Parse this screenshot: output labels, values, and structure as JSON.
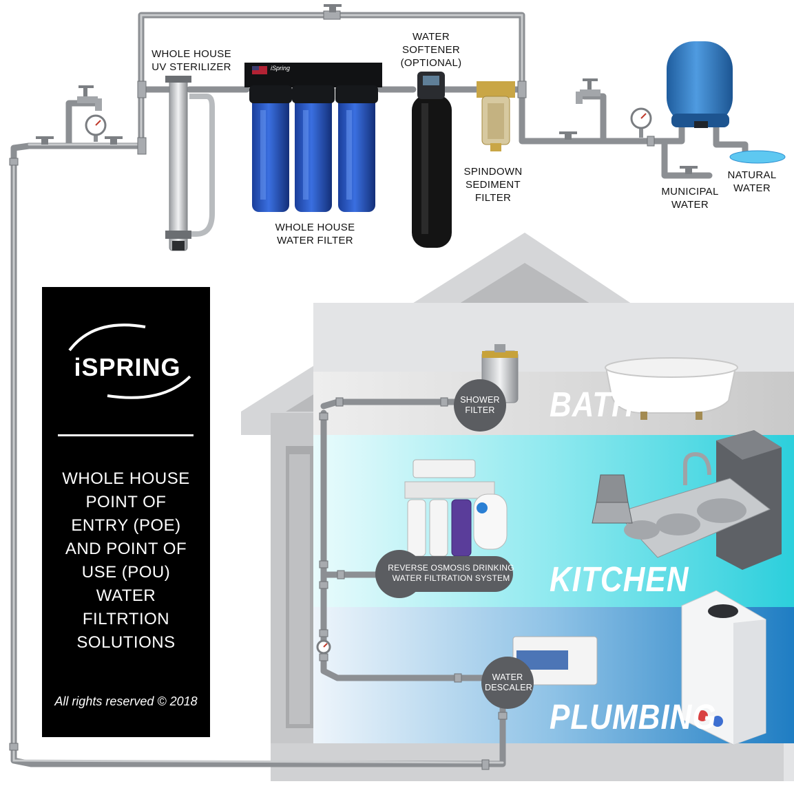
{
  "labels": {
    "uv_sterilizer": "WHOLE HOUSE\nUV STERILIZER",
    "water_softener": "WATER\nSOFTENER\n(OPTIONAL)",
    "whole_house_filter": "WHOLE HOUSE\nWATER FILTER",
    "spindown_filter": "SPINDOWN\nSEDIMENT\nFILTER",
    "municipal_water": "MUNICIPAL\nWATER",
    "natural_water": "NATURAL\nWATER",
    "filter_brand": "iSpring"
  },
  "bubbles": {
    "shower_filter": "SHOWER\nFILTER",
    "reverse_osmosis": "REVERSE OSMOSIS DRINKING\nWATER FILTRATION SYSTEM",
    "water_descaler": "WATER\nDESCALER"
  },
  "rooms": {
    "bath": "BATH",
    "kitchen": "KITCHEN",
    "plumbing": "PLUMBING"
  },
  "panel": {
    "logo": "iSPRING",
    "headline": "WHOLE HOUSE\nPOINT OF\nENTRY (POE)\nAND POINT OF\nUSE (POU)\nWATER\nFILTRTION\nSOLUTIONS",
    "copyright": "All rights reserved © 2018"
  },
  "colors": {
    "pipe": "#8c8f93",
    "filter_blue": "#1f4fb8",
    "tank_blue": "#2f78c0",
    "kitchen_band": "#46d6e0",
    "plumbing_band": "#2a86c9",
    "house_gray": "#d8d9db",
    "panel_black": "#000000"
  }
}
